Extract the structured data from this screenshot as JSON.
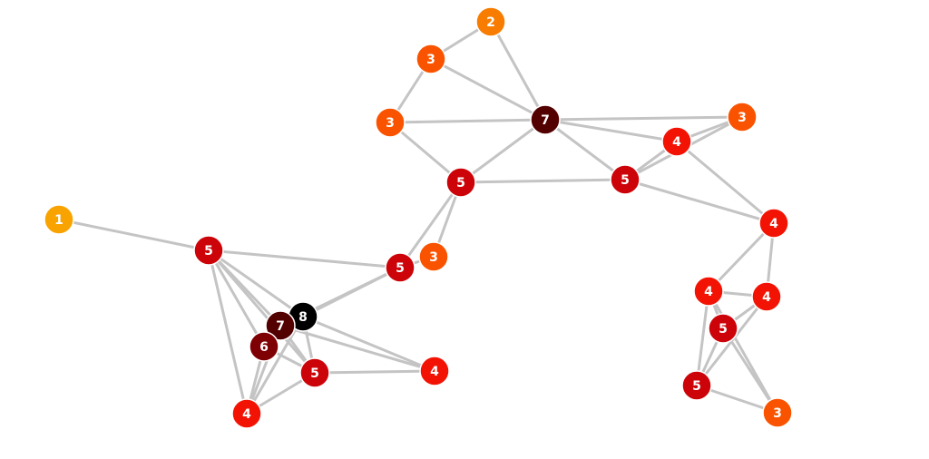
{
  "graph": {
    "nodes": [
      {
        "id": "n1",
        "label": "2",
        "color": "#f87c00"
      },
      {
        "id": "n2",
        "label": "3",
        "color": "#fa5300"
      },
      {
        "id": "n3",
        "label": "3",
        "color": "#fa5300"
      },
      {
        "id": "n4",
        "label": "7",
        "color": "#520000"
      },
      {
        "id": "n5",
        "label": "3",
        "color": "#fa5300"
      },
      {
        "id": "n6",
        "label": "4",
        "color": "#f31304"
      },
      {
        "id": "n7",
        "label": "5",
        "color": "#cc0308"
      },
      {
        "id": "n8",
        "label": "5",
        "color": "#cc0308"
      },
      {
        "id": "n9",
        "label": "4",
        "color": "#f31304"
      },
      {
        "id": "n10",
        "label": "1",
        "color": "#f9a300"
      },
      {
        "id": "n11",
        "label": "5",
        "color": "#cc0308"
      },
      {
        "id": "n12",
        "label": "5",
        "color": "#cc0308"
      },
      {
        "id": "n13",
        "label": "3",
        "color": "#fa5300"
      },
      {
        "id": "n14",
        "label": "4",
        "color": "#f31304"
      },
      {
        "id": "n15",
        "label": "4",
        "color": "#f31304"
      },
      {
        "id": "n16",
        "label": "5",
        "color": "#cc0308"
      },
      {
        "id": "n17",
        "label": "8",
        "color": "#000000"
      },
      {
        "id": "n18",
        "label": "7",
        "color": "#520000"
      },
      {
        "id": "n19",
        "label": "6",
        "color": "#7e0004"
      },
      {
        "id": "n20",
        "label": "5",
        "color": "#cc0308"
      },
      {
        "id": "n21",
        "label": "4",
        "color": "#f31304"
      },
      {
        "id": "n22",
        "label": "4",
        "color": "#f31304"
      },
      {
        "id": "n23",
        "label": "5",
        "color": "#cc0308"
      },
      {
        "id": "n24",
        "label": "3",
        "color": "#fa5300"
      }
    ],
    "edges": [
      [
        "n1",
        "n2"
      ],
      [
        "n1",
        "n4"
      ],
      [
        "n2",
        "n3"
      ],
      [
        "n2",
        "n4"
      ],
      [
        "n3",
        "n4"
      ],
      [
        "n3",
        "n8"
      ],
      [
        "n4",
        "n8"
      ],
      [
        "n4",
        "n5"
      ],
      [
        "n4",
        "n6"
      ],
      [
        "n4",
        "n7"
      ],
      [
        "n5",
        "n6"
      ],
      [
        "n5",
        "n7"
      ],
      [
        "n6",
        "n7"
      ],
      [
        "n6",
        "n9"
      ],
      [
        "n7",
        "n8"
      ],
      [
        "n7",
        "n9"
      ],
      [
        "n8",
        "n12"
      ],
      [
        "n8",
        "n13"
      ],
      [
        "n12",
        "n13"
      ],
      [
        "n10",
        "n11"
      ],
      [
        "n11",
        "n12"
      ],
      [
        "n11",
        "n17"
      ],
      [
        "n11",
        "n18"
      ],
      [
        "n11",
        "n19"
      ],
      [
        "n11",
        "n20"
      ],
      [
        "n11",
        "n22"
      ],
      [
        "n12",
        "n17"
      ],
      [
        "n12",
        "n18"
      ],
      [
        "n17",
        "n18"
      ],
      [
        "n17",
        "n19"
      ],
      [
        "n17",
        "n20"
      ],
      [
        "n17",
        "n21"
      ],
      [
        "n17",
        "n22"
      ],
      [
        "n18",
        "n19"
      ],
      [
        "n18",
        "n20"
      ],
      [
        "n18",
        "n21"
      ],
      [
        "n18",
        "n22"
      ],
      [
        "n19",
        "n20"
      ],
      [
        "n19",
        "n22"
      ],
      [
        "n20",
        "n21"
      ],
      [
        "n20",
        "n22"
      ],
      [
        "n9",
        "n14"
      ],
      [
        "n9",
        "n15"
      ],
      [
        "n14",
        "n15"
      ],
      [
        "n14",
        "n16"
      ],
      [
        "n14",
        "n23"
      ],
      [
        "n14",
        "n24"
      ],
      [
        "n15",
        "n16"
      ],
      [
        "n15",
        "n23"
      ],
      [
        "n16",
        "n23"
      ],
      [
        "n16",
        "n24"
      ],
      [
        "n23",
        "n24"
      ]
    ]
  }
}
